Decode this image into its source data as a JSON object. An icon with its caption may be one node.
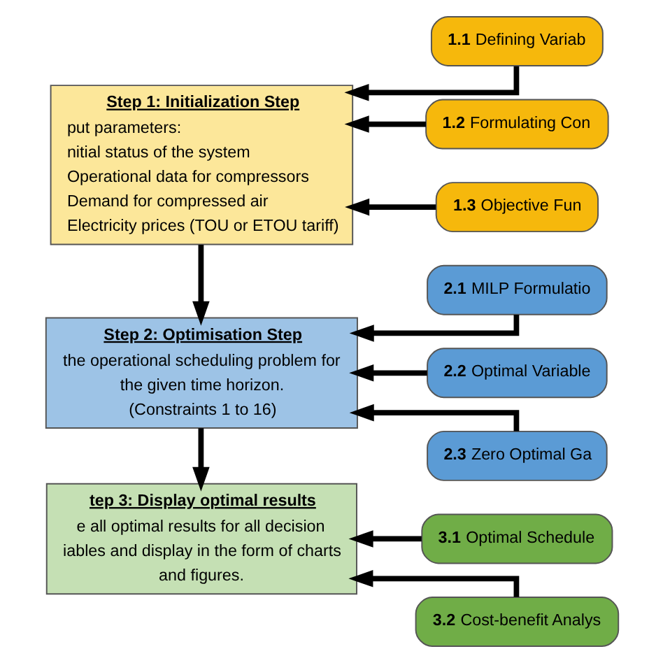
{
  "diagram": {
    "nodes": [
      {
        "text": [
          "Step 1: Initialization Step",
          "put parameters:",
          "nitial status of the system",
          "Operational data for compressors",
          "Demand for compressed air",
          "Electricity prices (TOU or ETOU tariff)"
        ]
      },
      {
        "text": [
          "**1.1** Defining Variab"
        ]
      },
      {
        "text": [
          "**1.2** Formulating Con"
        ]
      },
      {
        "text": [
          "**1.3** Objective Fun"
        ]
      },
      {
        "text": [
          "Step 2: Optimisation Step",
          "the operational scheduling problem for the given time horizon.",
          "(Constraints 1 to 16)"
        ]
      },
      {
        "text": [
          "**2.1** MILP Formulatio"
        ]
      },
      {
        "text": [
          "**2.2** Optimal Variable"
        ]
      },
      {
        "text": [
          "**2.3** Zero Optimal Ga"
        ]
      },
      {
        "text": [
          "tep 3: Display optimal results",
          "e all optimal results for all decision iables and display in the form of charts and figures."
        ]
      },
      {
        "text": [
          "**3.1** Optimal Schedule"
        ]
      },
      {
        "text": [
          "**3.2** Cost-benefit Analys"
        ]
      }
    ],
    "edges": [
      {
        "from": 1,
        "to": 0,
        "arrow": "to"
      },
      {
        "from": 2,
        "to": 0,
        "arrow": "to"
      },
      {
        "from": 3,
        "to": 0,
        "arrow": "to"
      },
      {
        "from": 0,
        "to": 4,
        "arrow": "to"
      },
      {
        "from": 5,
        "to": 4,
        "arrow": "to"
      },
      {
        "from": 6,
        "to": 4,
        "arrow": "to"
      },
      {
        "from": 7,
        "to": 4,
        "arrow": "to"
      },
      {
        "from": 4,
        "to": 8,
        "arrow": "to"
      },
      {
        "from": 9,
        "to": 8,
        "arrow": "to"
      },
      {
        "from": 10,
        "to": 8,
        "arrow": "to"
      }
    ]
  }
}
